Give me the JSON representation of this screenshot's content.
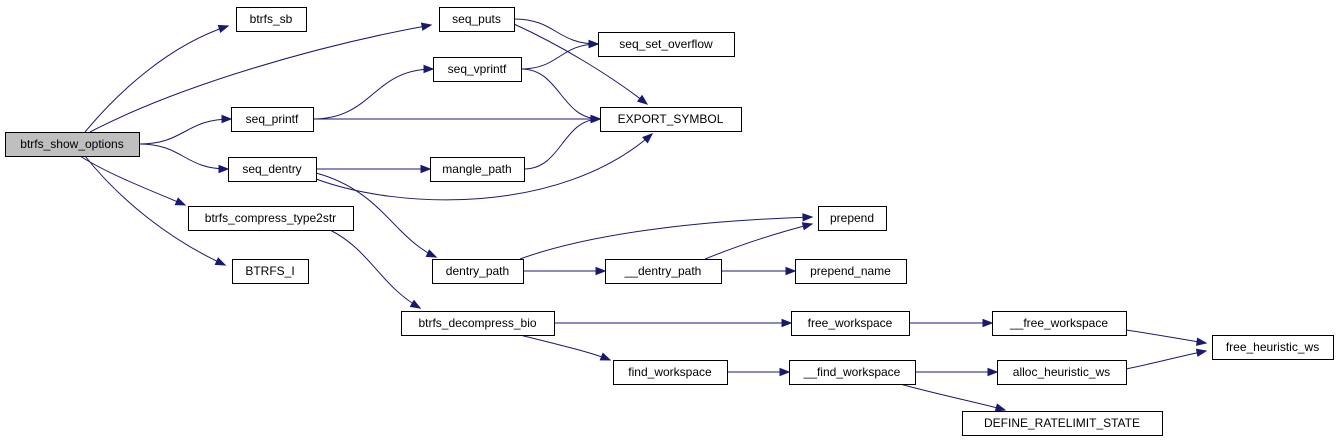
{
  "graph": {
    "title": "",
    "colors": {
      "edge": "#191970",
      "root_fill": "#bfbfbf",
      "node_fill": "#ffffff",
      "node_border": "#000000"
    },
    "nodes": [
      {
        "id": "btrfs_show_options",
        "label": "btrfs_show_options",
        "root": true
      },
      {
        "id": "btrfs_sb",
        "label": "btrfs_sb"
      },
      {
        "id": "seq_puts",
        "label": "seq_puts"
      },
      {
        "id": "seq_set_overflow",
        "label": "seq_set_overflow"
      },
      {
        "id": "seq_vprintf",
        "label": "seq_vprintf"
      },
      {
        "id": "seq_printf",
        "label": "seq_printf"
      },
      {
        "id": "EXPORT_SYMBOL",
        "label": "EXPORT_SYMBOL"
      },
      {
        "id": "seq_dentry",
        "label": "seq_dentry"
      },
      {
        "id": "mangle_path",
        "label": "mangle_path"
      },
      {
        "id": "btrfs_compress_type2str",
        "label": "btrfs_compress_type2str"
      },
      {
        "id": "prepend",
        "label": "prepend"
      },
      {
        "id": "BTRFS_I",
        "label": "BTRFS_I"
      },
      {
        "id": "dentry_path",
        "label": "dentry_path"
      },
      {
        "id": "__dentry_path",
        "label": "__dentry_path"
      },
      {
        "id": "prepend_name",
        "label": "prepend_name"
      },
      {
        "id": "btrfs_decompress_bio",
        "label": "btrfs_decompress_bio"
      },
      {
        "id": "free_workspace",
        "label": "free_workspace"
      },
      {
        "id": "__free_workspace",
        "label": "__free_workspace"
      },
      {
        "id": "free_heuristic_ws",
        "label": "free_heuristic_ws"
      },
      {
        "id": "find_workspace",
        "label": "find_workspace"
      },
      {
        "id": "__find_workspace",
        "label": "__find_workspace"
      },
      {
        "id": "alloc_heuristic_ws",
        "label": "alloc_heuristic_ws"
      },
      {
        "id": "DEFINE_RATELIMIT_STATE",
        "label": "DEFINE_RATELIMIT_STATE"
      }
    ],
    "edges": [
      {
        "from": "btrfs_show_options",
        "to": "btrfs_sb"
      },
      {
        "from": "btrfs_show_options",
        "to": "seq_puts"
      },
      {
        "from": "btrfs_show_options",
        "to": "seq_printf"
      },
      {
        "from": "btrfs_show_options",
        "to": "seq_dentry"
      },
      {
        "from": "btrfs_show_options",
        "to": "btrfs_compress_type2str"
      },
      {
        "from": "btrfs_show_options",
        "to": "BTRFS_I"
      },
      {
        "from": "seq_puts",
        "to": "seq_set_overflow"
      },
      {
        "from": "seq_puts",
        "to": "EXPORT_SYMBOL"
      },
      {
        "from": "seq_printf",
        "to": "seq_vprintf"
      },
      {
        "from": "seq_printf",
        "to": "EXPORT_SYMBOL"
      },
      {
        "from": "seq_vprintf",
        "to": "seq_set_overflow"
      },
      {
        "from": "seq_vprintf",
        "to": "EXPORT_SYMBOL"
      },
      {
        "from": "seq_dentry",
        "to": "mangle_path"
      },
      {
        "from": "seq_dentry",
        "to": "EXPORT_SYMBOL"
      },
      {
        "from": "seq_dentry",
        "to": "dentry_path"
      },
      {
        "from": "mangle_path",
        "to": "EXPORT_SYMBOL"
      },
      {
        "from": "dentry_path",
        "to": "prepend"
      },
      {
        "from": "dentry_path",
        "to": "__dentry_path"
      },
      {
        "from": "__dentry_path",
        "to": "prepend"
      },
      {
        "from": "__dentry_path",
        "to": "prepend_name"
      },
      {
        "from": "btrfs_compress_type2str",
        "to": "btrfs_decompress_bio"
      },
      {
        "from": "btrfs_decompress_bio",
        "to": "free_workspace"
      },
      {
        "from": "btrfs_decompress_bio",
        "to": "find_workspace"
      },
      {
        "from": "free_workspace",
        "to": "__free_workspace"
      },
      {
        "from": "__free_workspace",
        "to": "free_heuristic_ws"
      },
      {
        "from": "find_workspace",
        "to": "__find_workspace"
      },
      {
        "from": "__find_workspace",
        "to": "alloc_heuristic_ws"
      },
      {
        "from": "__find_workspace",
        "to": "DEFINE_RATELIMIT_STATE"
      },
      {
        "from": "alloc_heuristic_ws",
        "to": "free_heuristic_ws"
      }
    ]
  }
}
